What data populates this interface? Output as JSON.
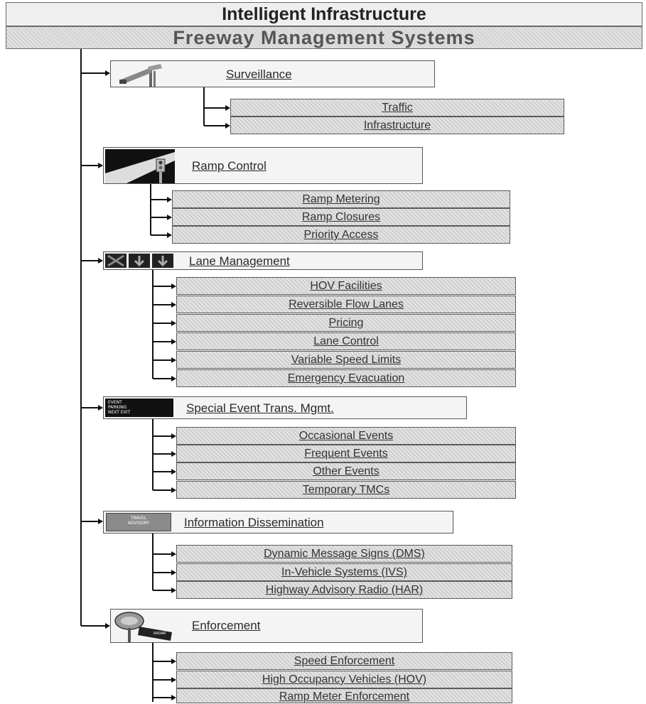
{
  "header": {
    "title": "Intelligent Infrastructure",
    "subtitle": "Freeway Management Systems"
  },
  "categories": [
    {
      "label": "Surveillance",
      "icon": "surveillance-camera-icon",
      "items": [
        "Traffic",
        "Infrastructure"
      ]
    },
    {
      "label": "Ramp Control",
      "icon": "ramp-meter-signal-icon",
      "items": [
        "Ramp Metering",
        "Ramp Closures",
        "Priority Access"
      ]
    },
    {
      "label": "Lane Management",
      "icon": "lane-control-signals-icon",
      "items": [
        "HOV Facilities",
        "Reversible Flow Lanes",
        "Pricing",
        "Lane Control",
        "Variable Speed Limits",
        "Emergency Evacuation"
      ]
    },
    {
      "label": "Special Event Trans. Mgmt.",
      "icon": "event-parking-sign-icon",
      "sign_lines": [
        "EVENT",
        "PARKING",
        "NEXT EXIT"
      ],
      "items": [
        "Occasional Events",
        "Frequent Events",
        "Other Events",
        "Temporary TMCs"
      ]
    },
    {
      "label": "Information Dissemination",
      "icon": "travel-advisory-sign-icon",
      "sign_lines": [
        "TRAVEL",
        "ADVISORY"
      ],
      "items": [
        "Dynamic Message Signs (DMS)",
        "In-Vehicle Systems (IVS)",
        "Highway Advisory Radio (HAR)"
      ]
    },
    {
      "label": "Enforcement",
      "icon": "radar-speed-sign-icon",
      "sign_lines": [
        "RADAR"
      ],
      "items": [
        "Speed Enforcement",
        "High Occupancy Vehicles (HOV)",
        "Ramp Meter Enforcement"
      ]
    }
  ]
}
